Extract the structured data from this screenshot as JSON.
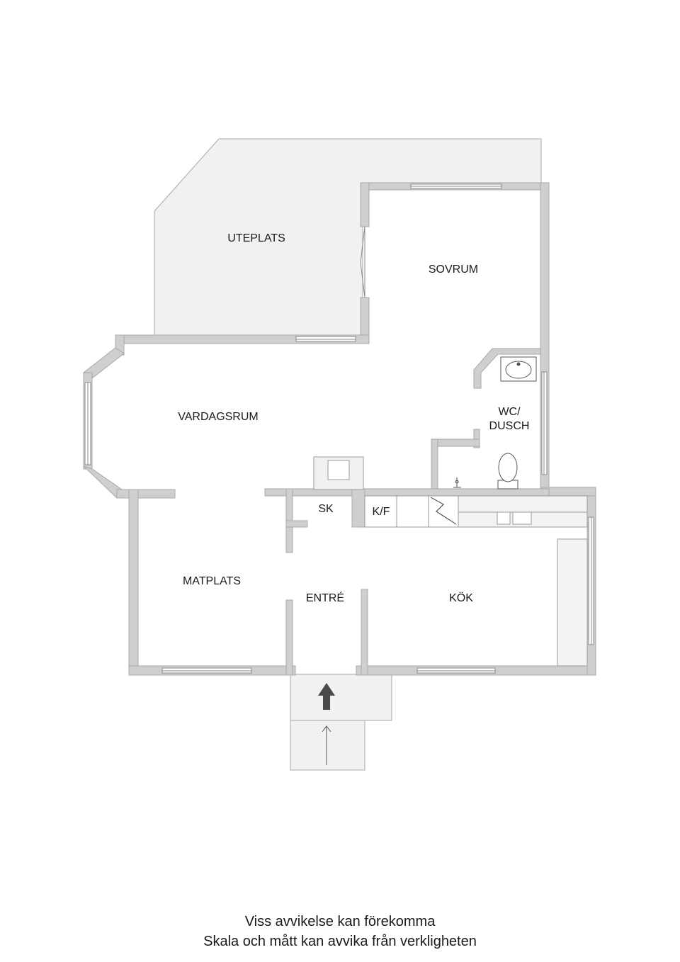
{
  "rooms": {
    "uteplats": "UTEPLATS",
    "sovrum": "SOVRUM",
    "vardagsrum": "VARDAGSRUM",
    "wc_line1": "WC/",
    "wc_line2": "DUSCH",
    "sk": "SK",
    "kf": "K/F",
    "matplats": "MATPLATS",
    "entre": "ENTRÉ",
    "kok": "KÖK"
  },
  "footer": {
    "line1": "Viss avvikelse kan förekomma",
    "line2": "Skala och mått kan avvika från verkligheten"
  },
  "colors": {
    "wall": "#cfcfcf",
    "wall_edge": "#a8a8a8",
    "outdoor": "#f1f1f1",
    "fixture": "#ffffff",
    "arrow": "#4a4a4a"
  }
}
